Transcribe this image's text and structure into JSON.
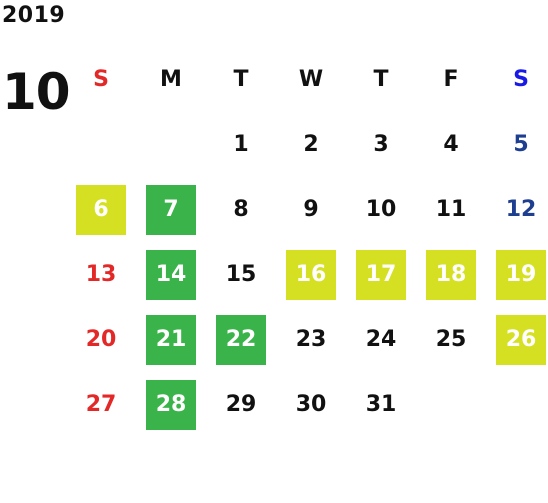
{
  "calendar": {
    "year": "2019",
    "month": "10",
    "colors": {
      "sunday": "#e32828",
      "saturday_header": "#1a1ae6",
      "saturday": "#1e3f8f",
      "highlight_green": "#3ab44a",
      "highlight_yellow": "#d6e023",
      "text": "#111111"
    },
    "weekdays": [
      {
        "label": "S",
        "kind": "sun"
      },
      {
        "label": "M",
        "kind": "week"
      },
      {
        "label": "T",
        "kind": "week"
      },
      {
        "label": "W",
        "kind": "week"
      },
      {
        "label": "T",
        "kind": "week"
      },
      {
        "label": "F",
        "kind": "week"
      },
      {
        "label": "S",
        "kind": "sat"
      }
    ],
    "days": [
      {
        "n": "1",
        "col": 2,
        "row": 0,
        "hl": null
      },
      {
        "n": "2",
        "col": 3,
        "row": 0,
        "hl": null
      },
      {
        "n": "3",
        "col": 4,
        "row": 0,
        "hl": null
      },
      {
        "n": "4",
        "col": 5,
        "row": 0,
        "hl": null
      },
      {
        "n": "5",
        "col": 6,
        "row": 0,
        "hl": null
      },
      {
        "n": "6",
        "col": 0,
        "row": 1,
        "hl": "yellow"
      },
      {
        "n": "7",
        "col": 1,
        "row": 1,
        "hl": "green"
      },
      {
        "n": "8",
        "col": 2,
        "row": 1,
        "hl": null
      },
      {
        "n": "9",
        "col": 3,
        "row": 1,
        "hl": null
      },
      {
        "n": "10",
        "col": 4,
        "row": 1,
        "hl": null
      },
      {
        "n": "11",
        "col": 5,
        "row": 1,
        "hl": null
      },
      {
        "n": "12",
        "col": 6,
        "row": 1,
        "hl": null
      },
      {
        "n": "13",
        "col": 0,
        "row": 2,
        "hl": null
      },
      {
        "n": "14",
        "col": 1,
        "row": 2,
        "hl": "green"
      },
      {
        "n": "15",
        "col": 2,
        "row": 2,
        "hl": null
      },
      {
        "n": "16",
        "col": 3,
        "row": 2,
        "hl": "yellow"
      },
      {
        "n": "17",
        "col": 4,
        "row": 2,
        "hl": "yellow"
      },
      {
        "n": "18",
        "col": 5,
        "row": 2,
        "hl": "yellow"
      },
      {
        "n": "19",
        "col": 6,
        "row": 2,
        "hl": "yellow"
      },
      {
        "n": "20",
        "col": 0,
        "row": 3,
        "hl": null
      },
      {
        "n": "21",
        "col": 1,
        "row": 3,
        "hl": "green"
      },
      {
        "n": "22",
        "col": 2,
        "row": 3,
        "hl": "green"
      },
      {
        "n": "23",
        "col": 3,
        "row": 3,
        "hl": null
      },
      {
        "n": "24",
        "col": 4,
        "row": 3,
        "hl": null
      },
      {
        "n": "25",
        "col": 5,
        "row": 3,
        "hl": null
      },
      {
        "n": "26",
        "col": 6,
        "row": 3,
        "hl": "yellow"
      },
      {
        "n": "27",
        "col": 0,
        "row": 4,
        "hl": null
      },
      {
        "n": "28",
        "col": 1,
        "row": 4,
        "hl": "green"
      },
      {
        "n": "29",
        "col": 2,
        "row": 4,
        "hl": null
      },
      {
        "n": "30",
        "col": 3,
        "row": 4,
        "hl": null
      },
      {
        "n": "31",
        "col": 4,
        "row": 4,
        "hl": null
      }
    ]
  }
}
